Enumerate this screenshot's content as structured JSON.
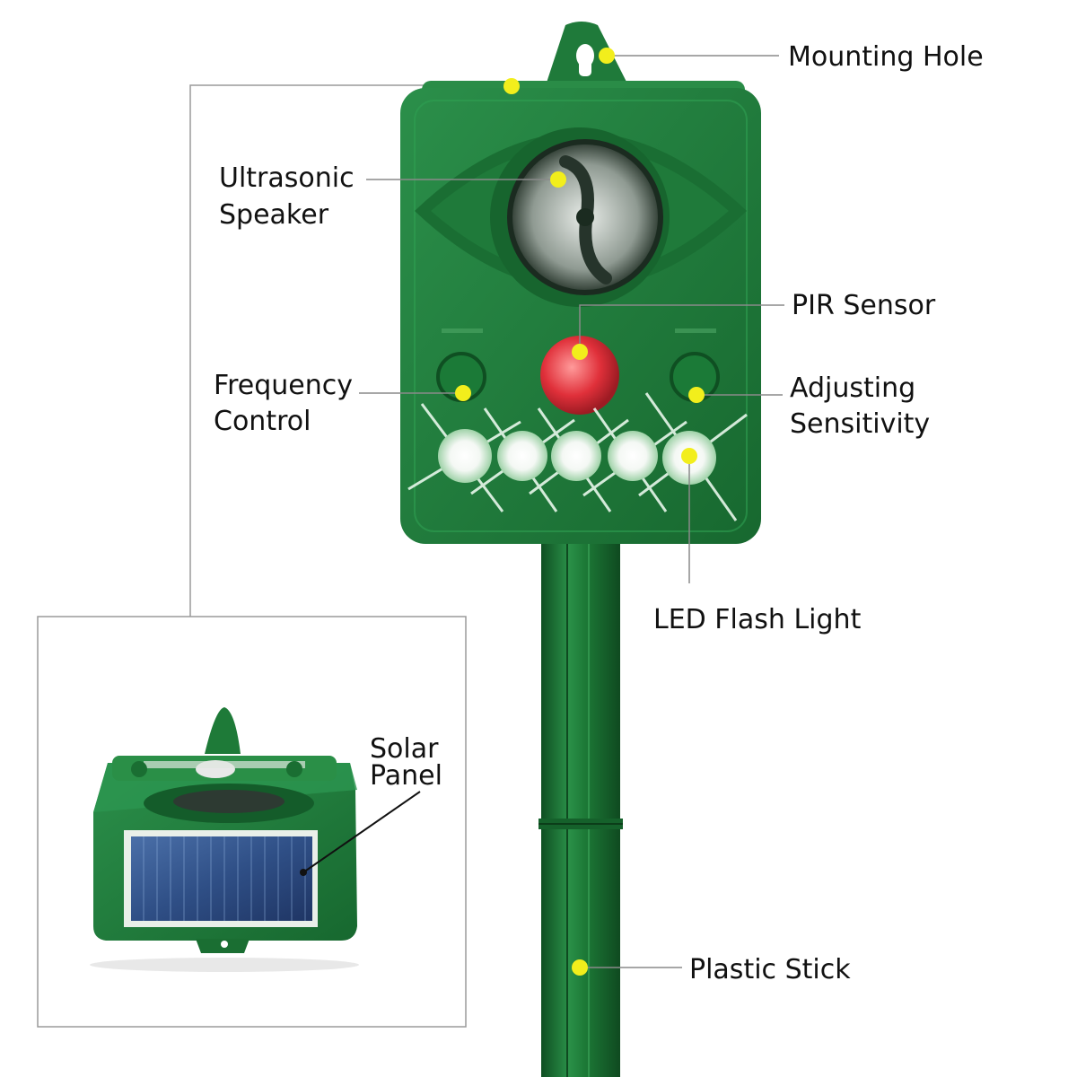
{
  "labels": {
    "mounting_hole": "Mounting Hole",
    "ultrasonic_speaker_line1": "Ultrasonic",
    "ultrasonic_speaker_line2": "Speaker",
    "pir_sensor": "PIR Sensor",
    "frequency_control_line1": "Frequency",
    "frequency_control_line2": "Control",
    "adjusting_sensitivity_line1": "Adjusting",
    "adjusting_sensitivity_line2": "Sensitivity",
    "led_flash_light": "LED Flash Light",
    "solar_panel_line1": "Solar",
    "solar_panel_line2": "Panel",
    "plastic_stick": "Plastic Stick"
  },
  "colors": {
    "body_green": "#1f7a3a",
    "body_dark": "#145c2a",
    "marker_yellow": "#f2ee1c",
    "pir_red": "#e0303a",
    "leader_gray": "#8a8a8a"
  }
}
